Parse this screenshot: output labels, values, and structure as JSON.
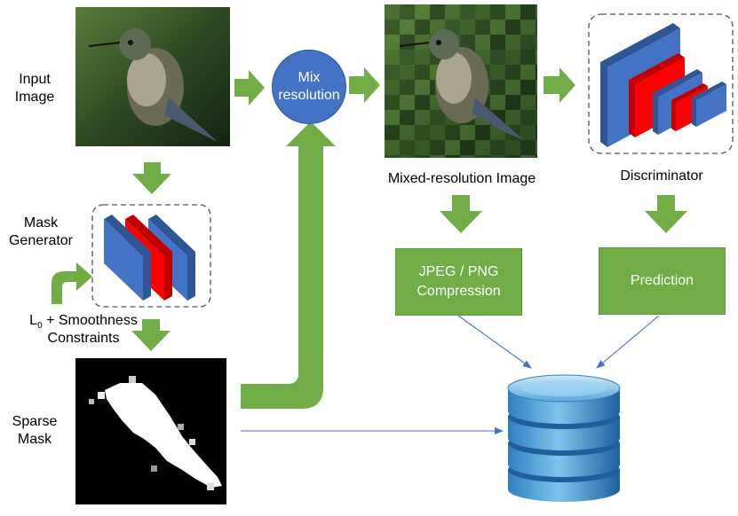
{
  "labels": {
    "input_image_1": "Input",
    "input_image_2": "Image",
    "mask_generator_1": "Mask",
    "mask_generator_2": "Generator",
    "constraint_l": "L",
    "constraint_sub": "0",
    "constraint_rest": " + Smoothness",
    "constraint_2": "Constraints",
    "sparse_mask_1": "Sparse",
    "sparse_mask_2": "Mask",
    "mixed_resolution_image": "Mixed-resolution Image",
    "discriminator": "Discriminator"
  },
  "nodes": {
    "mix_1": "Mix",
    "mix_2": "resolution",
    "compression_1": "JPEG / PNG",
    "compression_2": "Compression",
    "prediction": "Prediction"
  },
  "colors": {
    "arrow_green": "#70ad47",
    "node_blue": "#4472c4",
    "layer_blue": "#4472c4",
    "layer_red": "#ff0000",
    "dash_border": "#44546a",
    "thin_line": "#4472c4"
  }
}
